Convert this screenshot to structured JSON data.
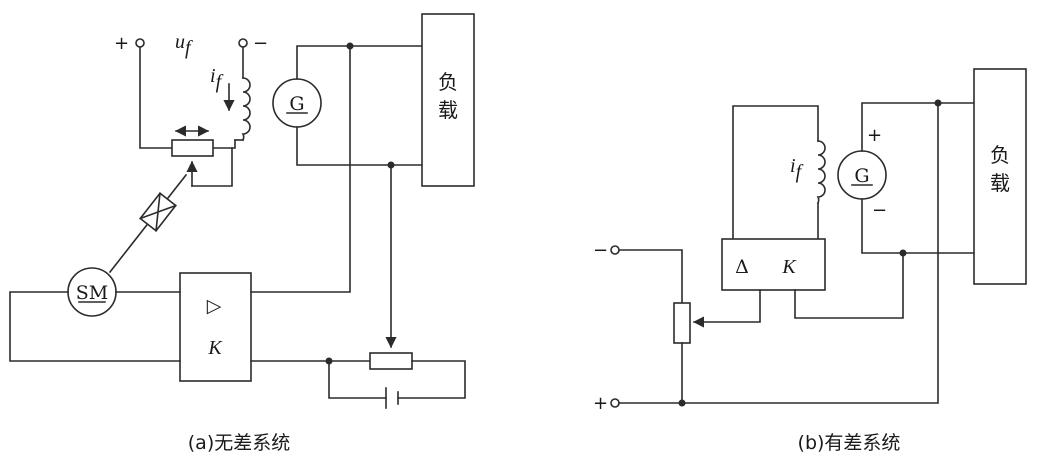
{
  "diagram_a": {
    "caption": "(a)无差系统",
    "supply_plus": "+",
    "supply_minus": "−",
    "voltage_label": "u",
    "voltage_sub": "f",
    "current_label": "i",
    "current_sub": "f",
    "generator": "G",
    "motor": "SM",
    "load_line1": "负",
    "load_line2": "载",
    "amp_symbol": "▷",
    "amp_gain": "K"
  },
  "diagram_b": {
    "caption": "(b)有差系统",
    "input_minus": "−",
    "input_plus": "+",
    "current_label": "i",
    "current_sub": "f",
    "generator": "G",
    "gen_plus": "+",
    "gen_minus": "−",
    "load_line1": "负",
    "load_line2": "载",
    "amp_symbol": "Δ",
    "amp_gain": "K"
  }
}
